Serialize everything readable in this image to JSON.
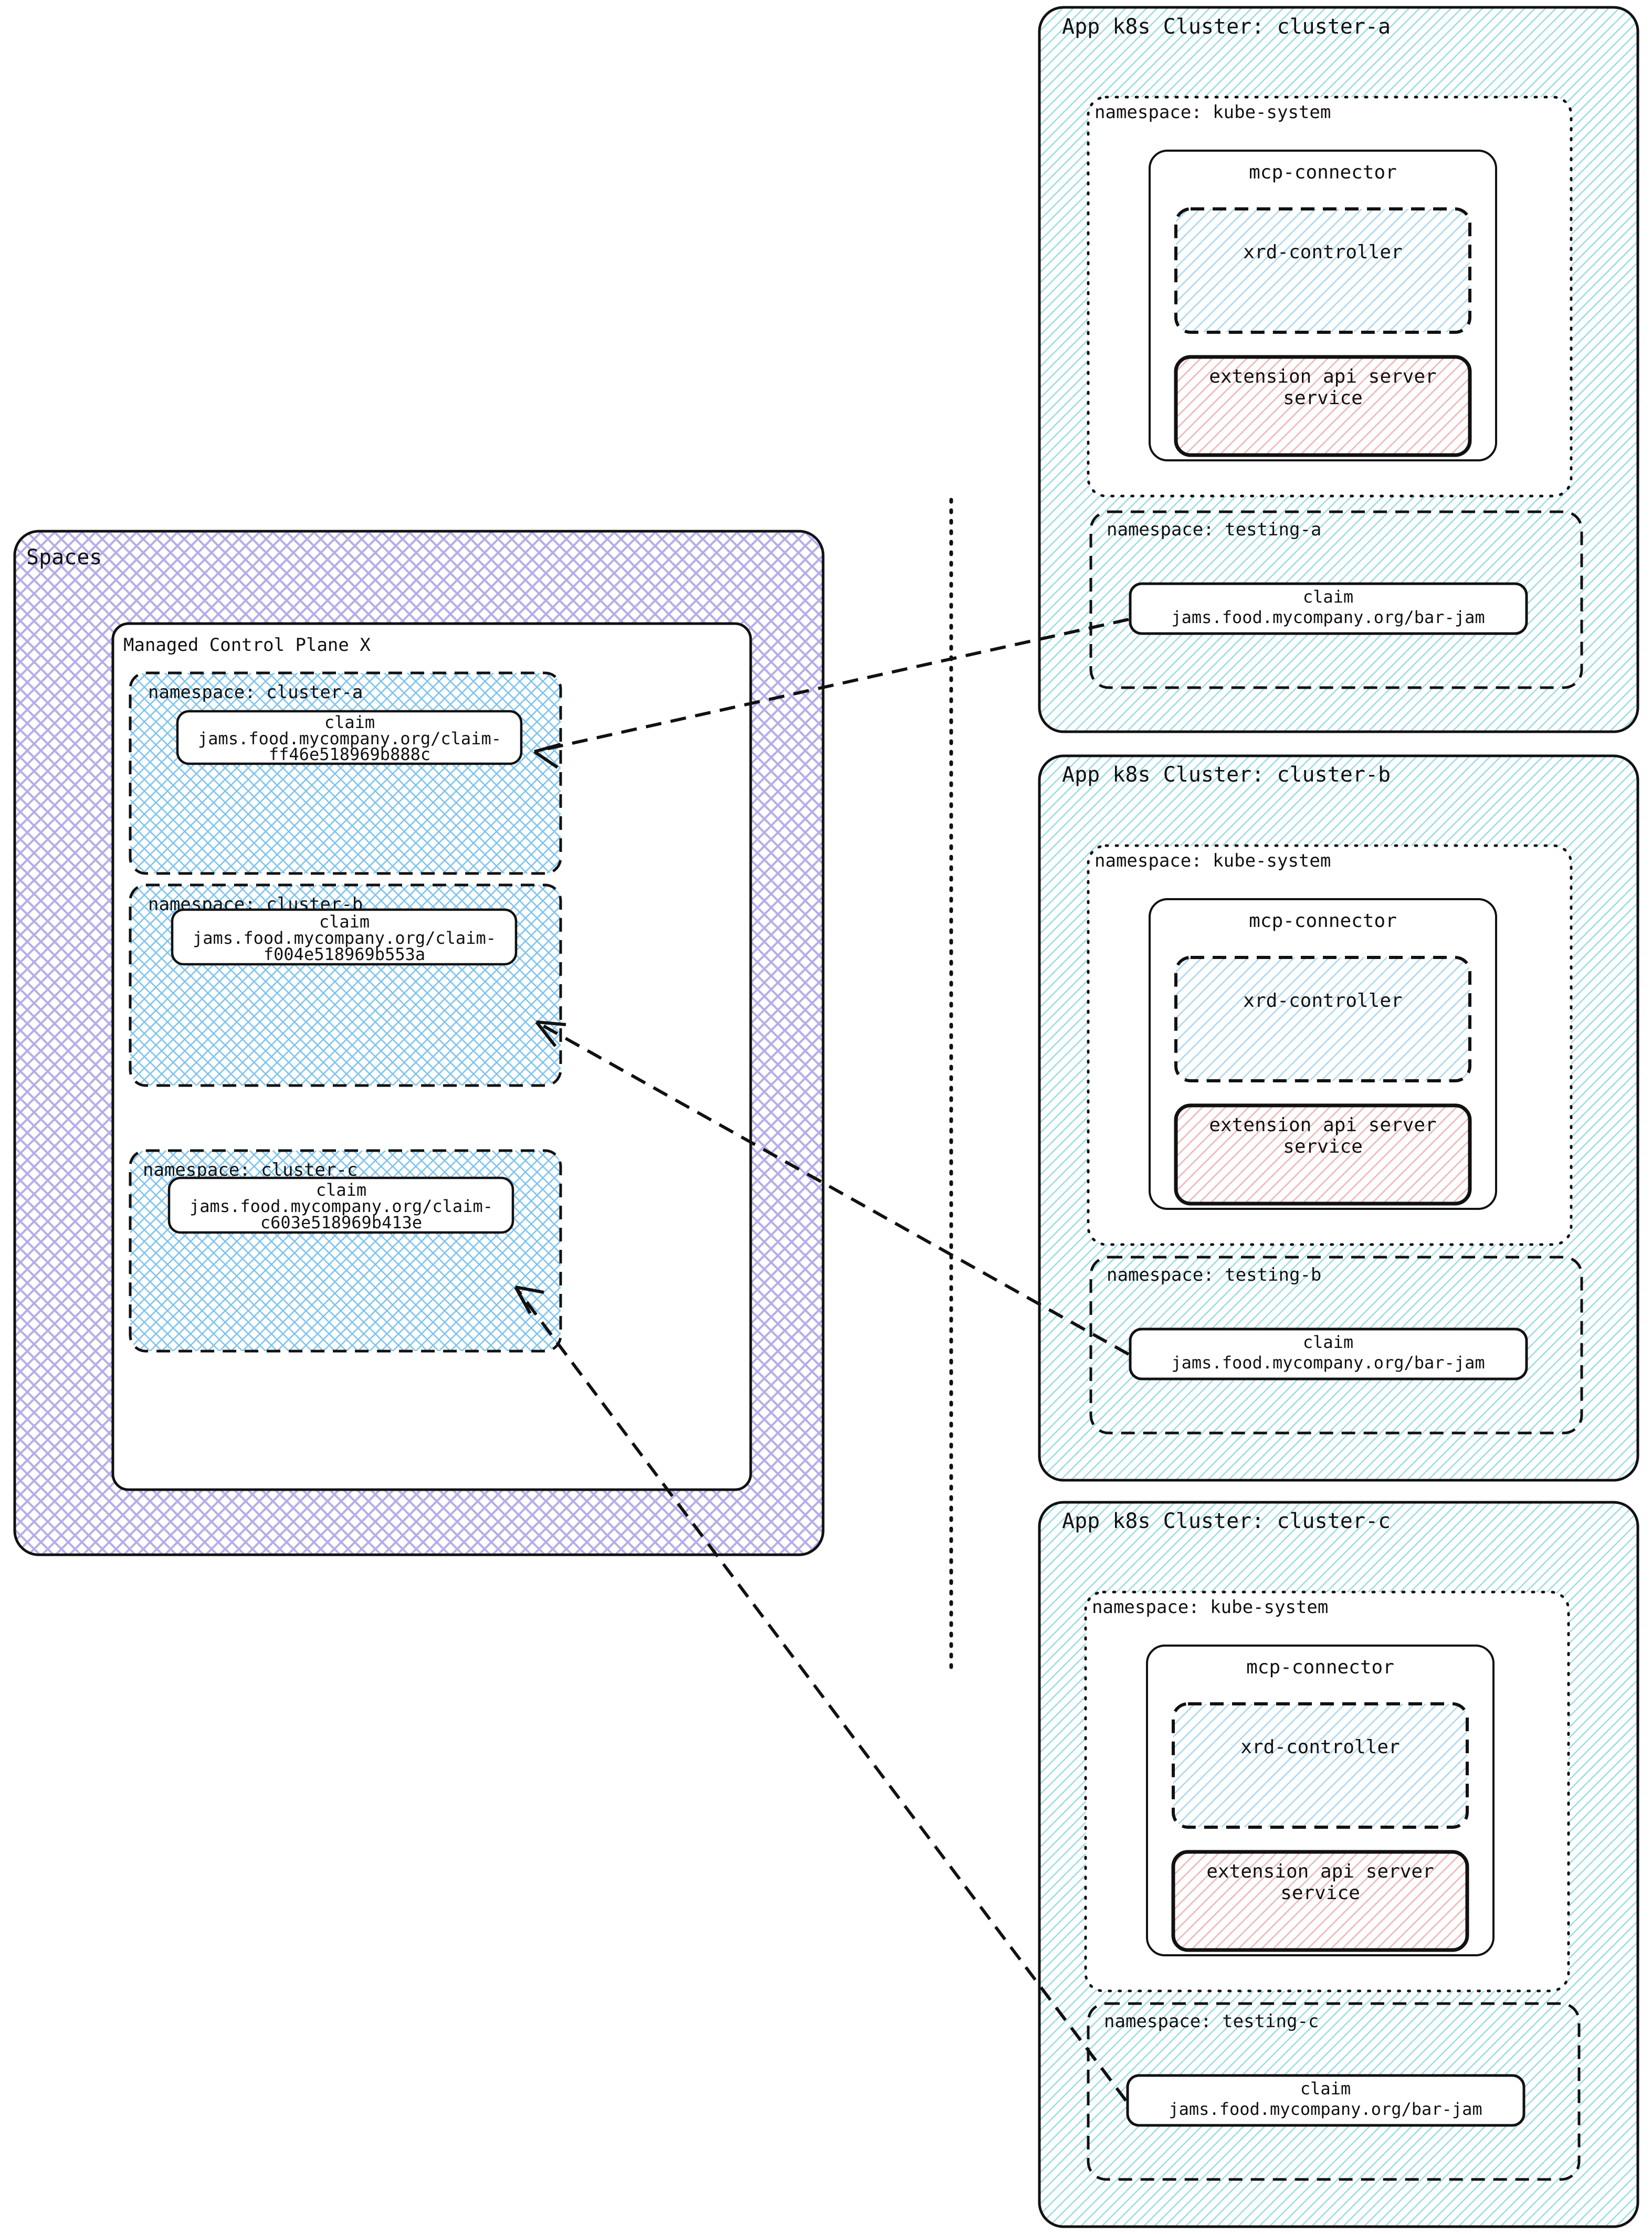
{
  "diagram": {
    "type": "architecture",
    "title_left": "Spaces",
    "colors": {
      "spaces_hatch": "#b6aee8",
      "namespace_hatch": "#7fc4f0",
      "cluster_hatch": "#96dbe8",
      "xrd_hatch": "#aad8f5",
      "api_hatch": "#f2b6b6",
      "stroke": "#111111",
      "panel_bg": "#ffffff"
    }
  },
  "spaces": {
    "label": "Spaces",
    "control_plane": {
      "label": "Managed Control Plane X",
      "namespaces": [
        {
          "label": "namespace: cluster-a",
          "claim": {
            "kind": "claim",
            "name": "jams.food.mycompany.org/claim-ff46e518969b888c"
          }
        },
        {
          "label": "namespace: cluster-b",
          "claim": {
            "kind": "claim",
            "name": "jams.food.mycompany.org/claim-f004e518969b553a"
          }
        },
        {
          "label": "namespace: cluster-c",
          "claim": {
            "kind": "claim",
            "name": "jams.food.mycompany.org/claim-c603e518969b413e"
          }
        }
      ]
    }
  },
  "clusters": [
    {
      "title": "App k8s Cluster: cluster-a",
      "kube_system": {
        "label": "namespace: kube-system",
        "connector": {
          "label": "mcp-connector",
          "xrd_controller": "xrd-controller",
          "extension_api": "extension api server\nservice",
          "extension_api_line1": "extension api server",
          "extension_api_line2": "service"
        }
      },
      "testing": {
        "label": "namespace: testing-a",
        "claim": {
          "kind": "claim",
          "name": "jams.food.mycompany.org/bar-jam"
        }
      }
    },
    {
      "title": "App k8s Cluster: cluster-b",
      "kube_system": {
        "label": "namespace: kube-system",
        "connector": {
          "label": "mcp-connector",
          "xrd_controller": "xrd-controller",
          "extension_api": "extension api server\nservice",
          "extension_api_line1": "extension api server",
          "extension_api_line2": "service"
        }
      },
      "testing": {
        "label": "namespace: testing-b",
        "claim": {
          "kind": "claim",
          "name": "jams.food.mycompany.org/bar-jam"
        }
      }
    },
    {
      "title": "App k8s Cluster: cluster-c",
      "kube_system": {
        "label": "namespace: kube-system",
        "connector": {
          "label": "mcp-connector",
          "xrd_controller": "xrd-controller",
          "extension_api": "extension api server\nservice",
          "extension_api_line1": "extension api server",
          "extension_api_line2": "service"
        }
      },
      "testing": {
        "label": "namespace: testing-c",
        "claim": {
          "kind": "claim",
          "name": "jams.food.mycompany.org/bar-jam"
        }
      }
    }
  ],
  "claim_lines": {
    "a1": "claim",
    "a2": "jams.food.mycompany.org/claim-",
    "a3": "ff46e518969b888c",
    "b1": "claim",
    "b2": "jams.food.mycompany.org/claim-",
    "b3": "f004e518969b553a",
    "c1": "claim",
    "c2": "jams.food.mycompany.org/claim-",
    "c3": "c603e518969b413e",
    "bar1": "claim",
    "bar2": "jams.food.mycompany.org/bar-jam"
  }
}
